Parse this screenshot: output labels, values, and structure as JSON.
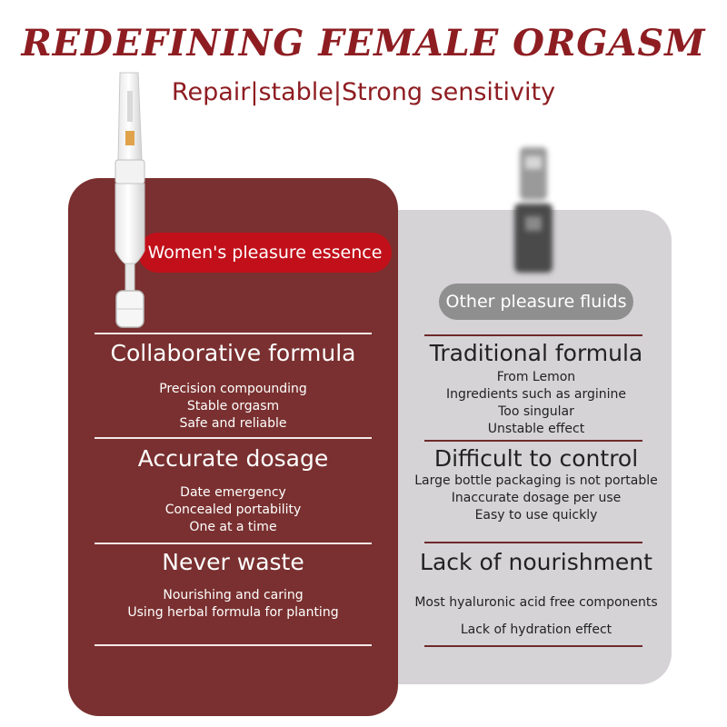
{
  "header": {
    "title": "REDEFINING FEMALE ORGASM",
    "subtitle": "Repair|stable|Strong sensitivity"
  },
  "left": {
    "product_label": "Women's pleasure essence",
    "sections": [
      {
        "heading": "Collaborative formula",
        "lines": [
          "Precision compounding",
          "Stable orgasm",
          "Safe and reliable"
        ]
      },
      {
        "heading": "Accurate dosage",
        "lines": [
          "Date emergency",
          "Concealed portability",
          "One at a time"
        ]
      },
      {
        "heading": "Never waste",
        "lines": [
          "Nourishing and caring",
          "Using herbal formula for planting"
        ]
      }
    ]
  },
  "right": {
    "product_label": "Other pleasure fluids",
    "sections": [
      {
        "heading": "Traditional formula",
        "lines": [
          "From Lemon",
          "Ingredients such as arginine",
          "Too singular",
          "Unstable effect"
        ]
      },
      {
        "heading": "Difficult to control",
        "lines": [
          "Large bottle packaging is not portable",
          "Inaccurate dosage per use",
          "Easy to use quickly"
        ]
      },
      {
        "heading": "Lack of nourishment",
        "lines": [
          "Most hyaluronic acid free components",
          "Lack of hydration effect"
        ]
      }
    ]
  },
  "colors": {
    "title_red": "#8e1d22",
    "left_panel": "#7a3030",
    "left_pill": "#c1101a",
    "right_panel": "#d5d3d6",
    "right_pill": "#8f8f8f"
  },
  "icons": {
    "left_product": "ampoule-icon",
    "right_product": "bottle-icon"
  }
}
